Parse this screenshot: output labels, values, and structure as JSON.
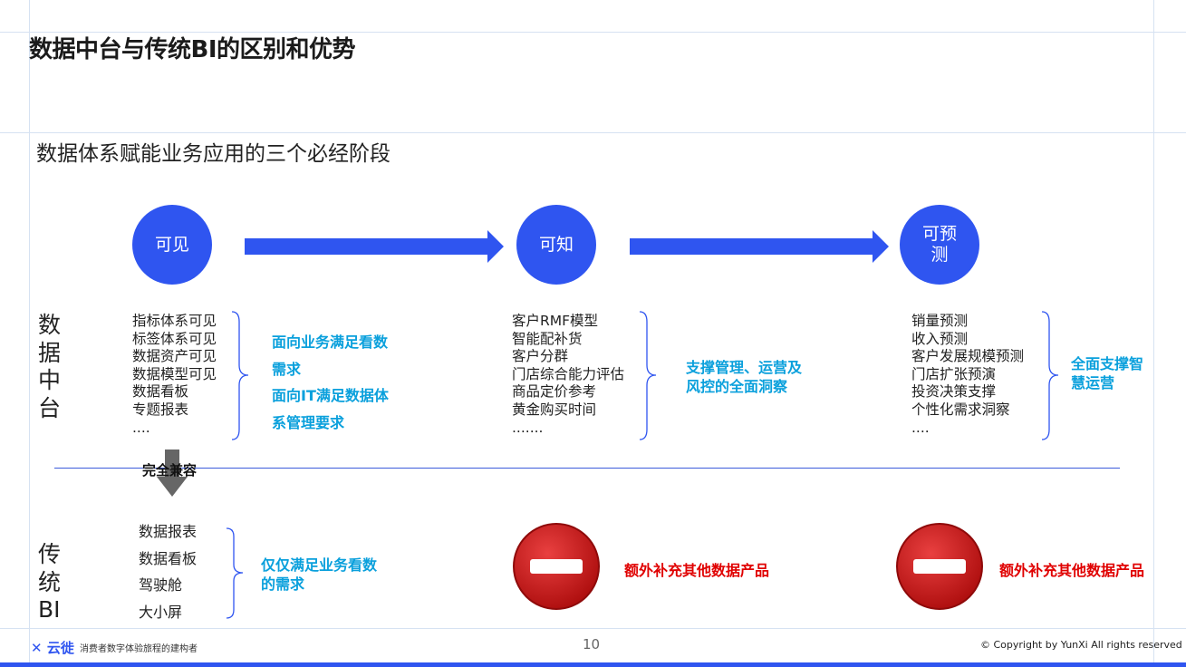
{
  "title": "数据中台与传统BI的区别和优势",
  "subtitle": "数据体系赋能业务应用的三个必经阶段",
  "stages": [
    "可见",
    "可知",
    "可预测"
  ],
  "rows": {
    "data_platform": "数据中台",
    "traditional_bi": "传统BI"
  },
  "platform": {
    "visible_items": [
      "指标体系可见",
      "标签体系可见",
      "数据资产可见",
      "数据模型可见",
      "数据看板",
      "专题报表",
      "...."
    ],
    "visible_desc": [
      "面向业务满足看数",
      "需求",
      "面向IT满足数据体",
      "系管理要求"
    ],
    "knowable_items": [
      "客户RMF模型",
      "智能配补货",
      "客户分群",
      "门店综合能力评估",
      "商品定价参考",
      "黄金购买时间",
      "......."
    ],
    "knowable_desc": "支撑管理、运营及风控的全面洞察",
    "predictable_items": [
      "销量预测",
      "收入预测",
      "客户发展规模预测",
      "门店扩张预演",
      "投资决策支撑",
      "个性化需求洞察",
      "...."
    ],
    "predictable_desc": "全面支撑智慧运营"
  },
  "compatibility": "完全兼容",
  "bi": {
    "items": [
      "数据报表",
      "数据看板",
      "驾驶舱",
      "大小屏"
    ],
    "desc": "仅仅满足业务看数的需求",
    "extra_1": "额外补充其他数据产品",
    "extra_2": "额外补充其他数据产品"
  },
  "footer": {
    "logo": "云徙",
    "slogan": "消费者数字体验旅程的建构者",
    "page": "10",
    "copyright": "© Copyright by YunXi All rights reserved"
  },
  "colors": {
    "stage_blue": "#2f55f0",
    "highlight_cyan": "#0aa0dc",
    "warning_red": "#e00000",
    "stop_sign_red": "#d01c1c"
  }
}
